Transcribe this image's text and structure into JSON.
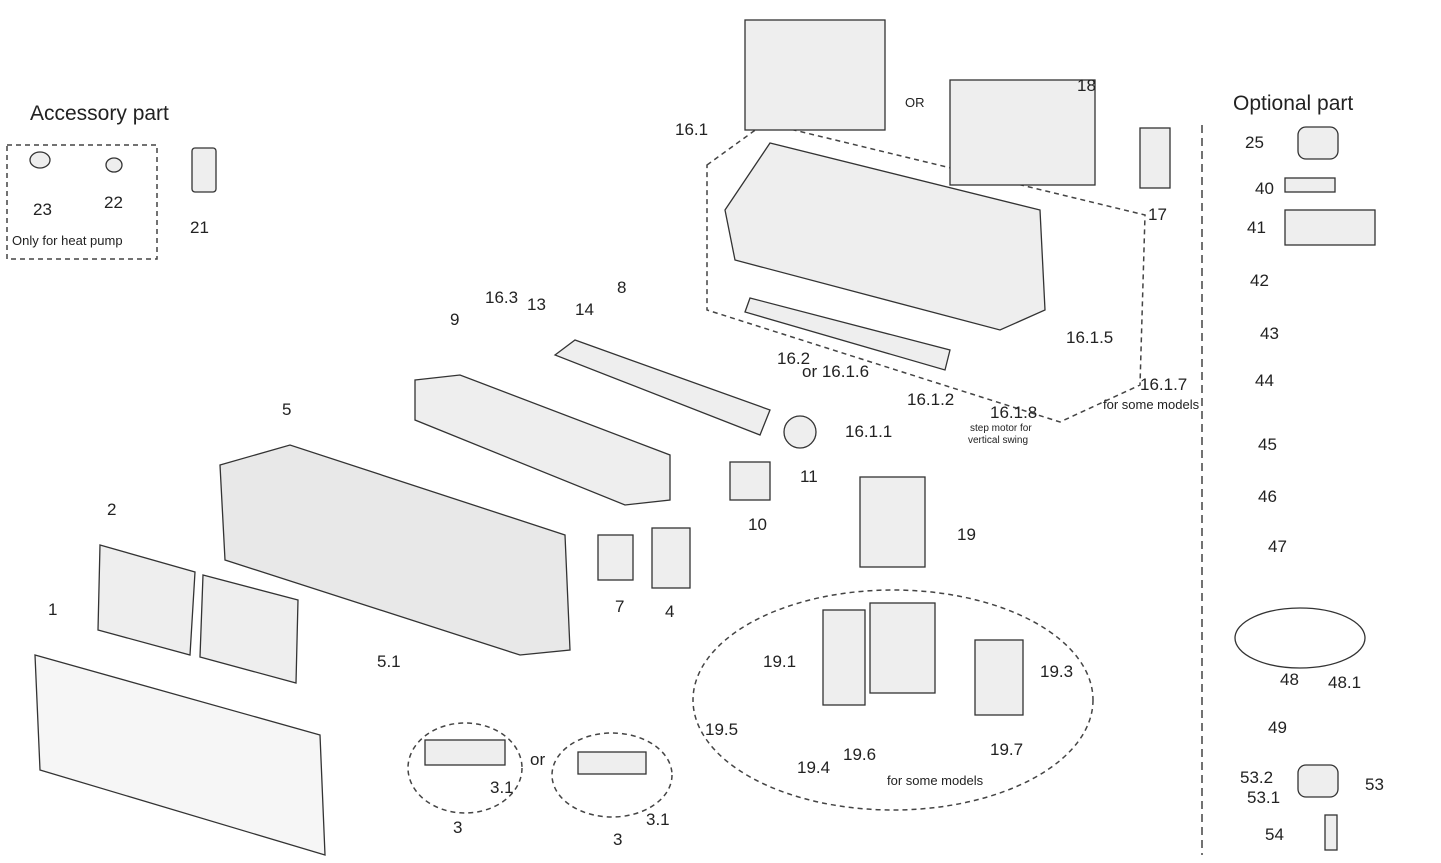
{
  "headings": {
    "accessory": "Accessory part",
    "optional": "Optional part"
  },
  "notes": {
    "heat_pump_only": "Only for heat pump",
    "or_1": "OR",
    "or_2": "or",
    "or_16_1_6": "or 16.1.6",
    "step_motor_1": "step motor for",
    "step_motor_2": "vertical swing",
    "some_models_1": "for some models",
    "some_models_2": "for some models"
  },
  "parts": {
    "p23": "23",
    "p22": "22",
    "p21": "21",
    "p25": "25",
    "p40": "40",
    "p41": "41",
    "p42": "42",
    "p43": "43",
    "p44": "44",
    "p45": "45",
    "p46": "46",
    "p47": "47",
    "p48": "48",
    "p48_1": "48.1",
    "p49": "49",
    "p53_2": "53.2",
    "p53": "53",
    "p53_1": "53.1",
    "p54": "54",
    "p18": "18",
    "p17": "17",
    "p16_1": "16.1",
    "p16_1_5": "16.1.5",
    "p16_2": "16.2",
    "p16_1_2": "16.1.2",
    "p16_1_8": "16.1.8",
    "p16_1_7": "16.1.7",
    "p16_1_1": "16.1.1",
    "p16_3": "16.3",
    "p13": "13",
    "p14": "14",
    "p8": "8",
    "p9": "9",
    "p5": "5",
    "p11": "11",
    "p10": "10",
    "p19": "19",
    "p7": "7",
    "p4": "4",
    "p2": "2",
    "p1": "1",
    "p5_1": "5.1",
    "p19_1": "19.1",
    "p19_3": "19.3",
    "p19_5": "19.5",
    "p19_4": "19.4",
    "p19_6": "19.6",
    "p19_7": "19.7",
    "p3a": "3",
    "p3_1a": "3.1",
    "p3b": "3",
    "p3_1b": "3.1"
  }
}
